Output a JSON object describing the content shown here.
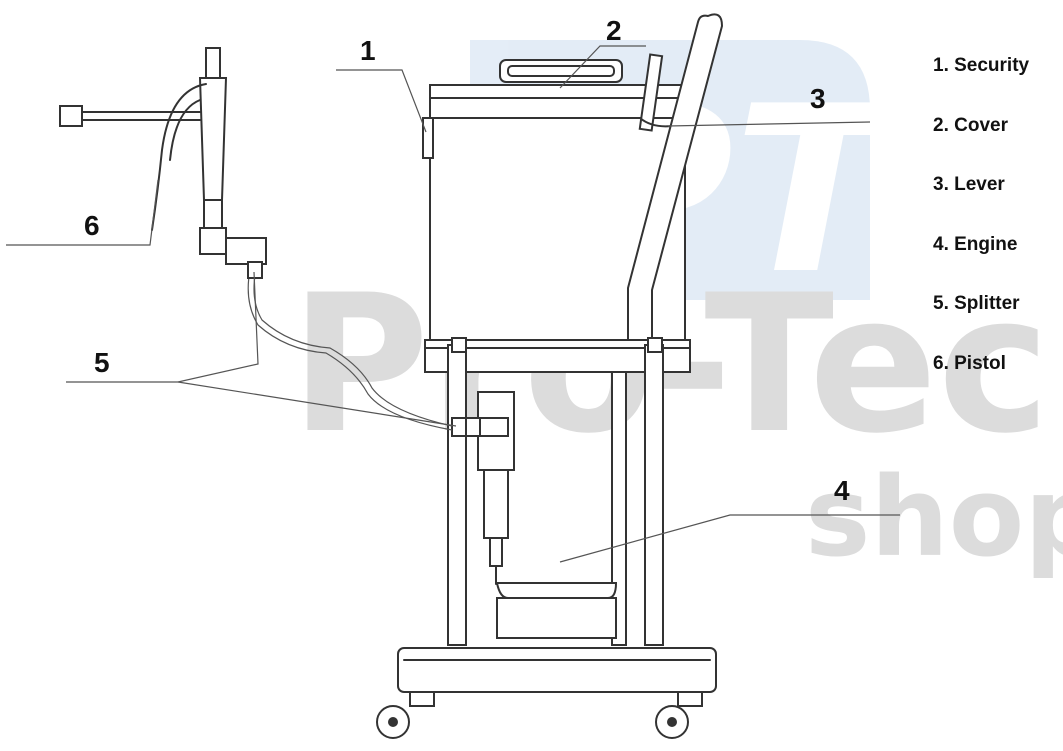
{
  "watermark": {
    "logo_text": "PT",
    "brand_line1": "Pro-Tech",
    "brand_line2": "shop",
    "logo_color": "#3f7fc4",
    "text_color": "#dcdcdc"
  },
  "callouts": [
    {
      "number": "1"
    },
    {
      "number": "2"
    },
    {
      "number": "3"
    },
    {
      "number": "4"
    },
    {
      "number": "5"
    },
    {
      "number": "6"
    }
  ],
  "legend": [
    {
      "label": "1. Security"
    },
    {
      "label": "2. Cover"
    },
    {
      "label": "3. Lever"
    },
    {
      "label": "4. Engine"
    },
    {
      "label": "5. Splitter"
    },
    {
      "label": "6. Pistol"
    }
  ]
}
